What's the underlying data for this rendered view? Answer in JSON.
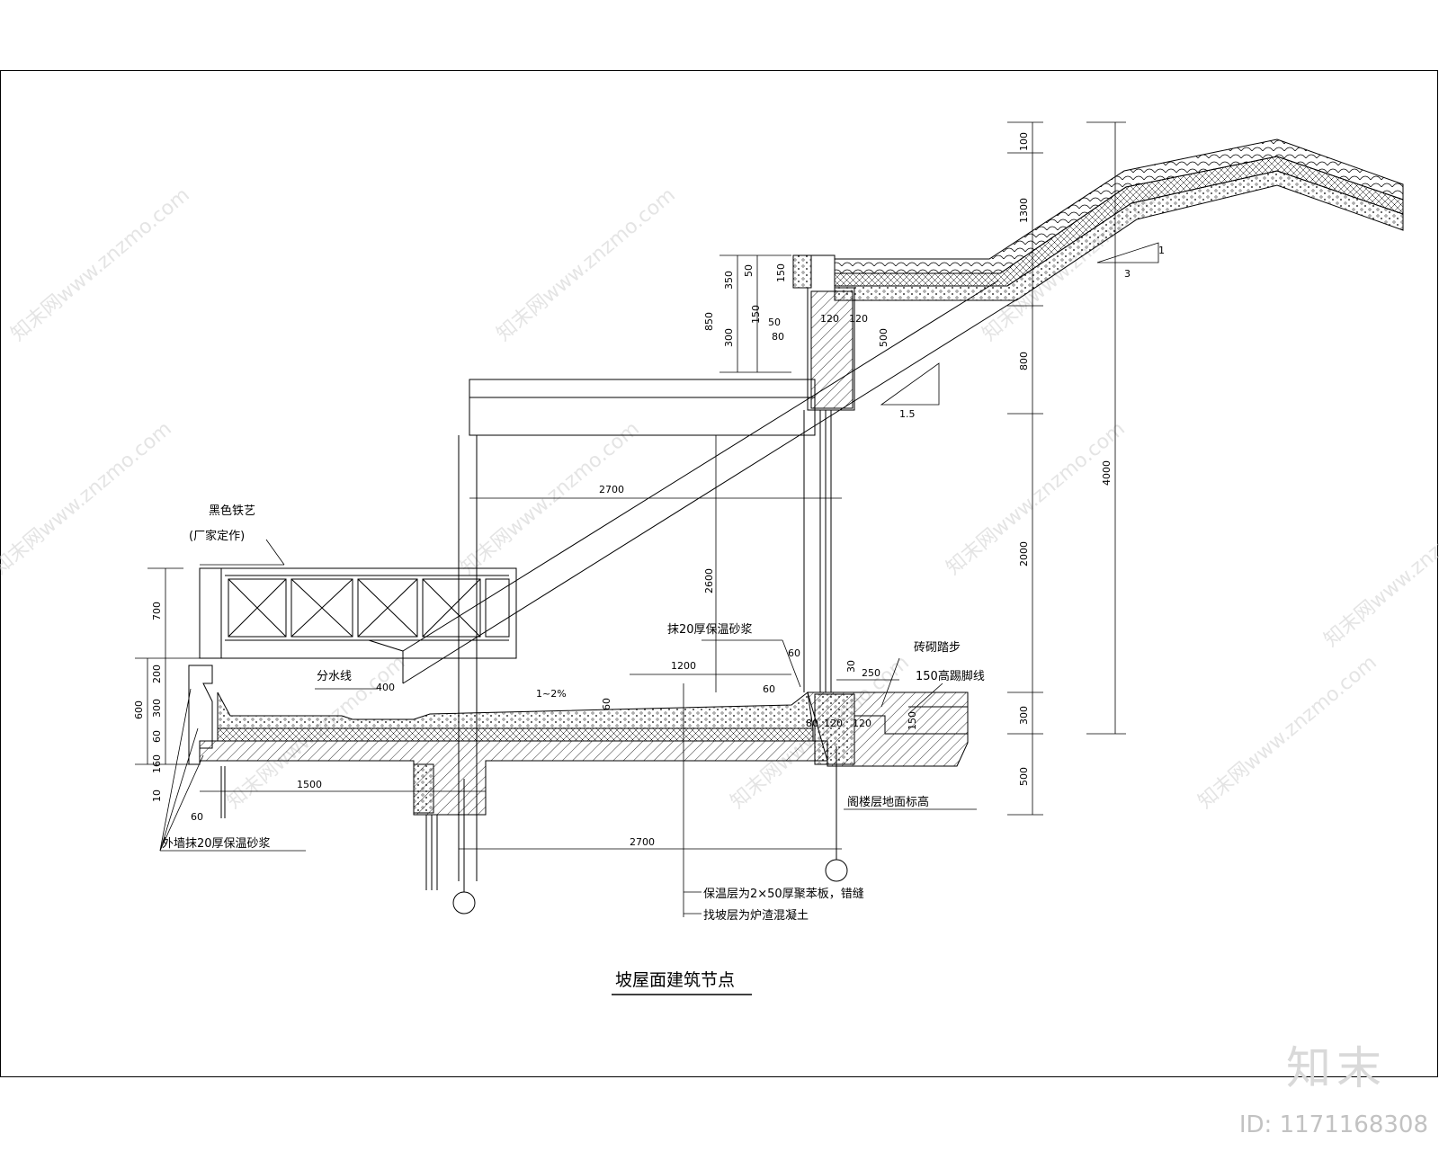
{
  "drawing": {
    "title": "坡屋面建筑节点",
    "notes": {
      "iron_art": "黑色铁艺",
      "iron_art_sub": "(厂家定作)",
      "mortar_top": "抹20厚保温砂浆",
      "mortar_bottom": "外墙抹20厚保温砂浆",
      "drain_line": "分水线",
      "slope": "1~2%",
      "brick_step": "砖砌踏步",
      "kick_line": "150高踢脚线",
      "floor_level": "阁楼层地面标高",
      "insulation": "保温层为2×50厚聚苯板，错缝",
      "leveling": "找坡层为炉渣混凝土"
    },
    "dims": {
      "d100": "100",
      "d1300": "1300",
      "d800": "800",
      "d4000": "4000",
      "d2000": "2000",
      "d300": "300",
      "d500": "500",
      "d850": "850",
      "d350": "350",
      "d50": "50",
      "d150": "150",
      "d300b": "300",
      "d120a": "120",
      "d120b": "120",
      "d80": "80",
      "d500b": "500",
      "d50b": "50",
      "d15": "1.5",
      "d2700top": "2700",
      "d2600": "2600",
      "d700": "700",
      "d200": "200",
      "d600": "600",
      "d300c": "300",
      "d60": "60",
      "d160": "160",
      "d10": "10",
      "d60b": "60",
      "d1500": "1500",
      "d2700bot": "2700",
      "d1200": "1200",
      "d400": "400",
      "d60c": "60",
      "d60d": "60",
      "d80b": "80",
      "d120c": "120",
      "d120d": "120",
      "d250": "250",
      "d30": "30",
      "d150b": "150",
      "d60e": "60",
      "ratio1": "1",
      "ratio3": "3"
    }
  },
  "watermark": {
    "text": "知末网www.znzmo.com",
    "logo": "知末",
    "id": "ID: 1171168308"
  }
}
